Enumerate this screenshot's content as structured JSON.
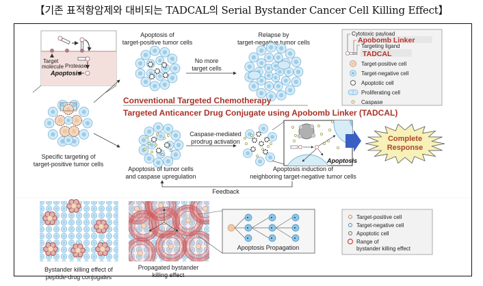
{
  "title": "【기존 표적항암제와 대비되는 TADCAL의 Serial Bystander Cancer Cell Killing Effect】",
  "mechanism_inset": {
    "target_molecule": [
      "Target",
      "molecule"
    ],
    "protease": "Protease",
    "apoptosis": "Apoptosis"
  },
  "initial_label": [
    "Specific targeting of",
    "target-positive tumor cells"
  ],
  "conventional": {
    "stage1": [
      "Apoptosis of",
      "target-positive tumor cells"
    ],
    "arrow_label": [
      "No more",
      "target cells"
    ],
    "stage2": [
      "Relapse by",
      "target-negative tumor cells"
    ],
    "heading": "Conventional Targeted Chemotherapy"
  },
  "tadcal": {
    "heading": "Targeted Anticancer Drug Conjugate using Apobomb Linker (TADCAL)",
    "stage1": [
      "Apoptosis of tumor cells",
      "and caspase upregulation"
    ],
    "arrow_label": [
      "Caspase-mediated",
      "prodrug activation"
    ],
    "stage2": [
      "Apoptosis induction of",
      "neighboring target-negative tumor cells"
    ],
    "inset_label": "Apoptosis",
    "feedback": "Feedback",
    "result": [
      "Complete",
      "Response"
    ]
  },
  "legend_top": {
    "cytotoxic_payload": "Cytotoxic payload",
    "apobomb_linker": "Apobomb Linker",
    "targeting_ligand": "Targeting ligand",
    "tadcal": "TADCAL",
    "items": [
      {
        "label": "Target-positive cell",
        "icon": "target-positive-cell-icon"
      },
      {
        "label": "Target-negative cell",
        "icon": "target-negative-cell-icon"
      },
      {
        "label": "Apoptotic cell",
        "icon": "apoptotic-cell-icon"
      },
      {
        "label": "Proliferating cell",
        "icon": "proliferating-cell-icon"
      },
      {
        "label": "Caspase",
        "icon": "caspase-icon"
      }
    ]
  },
  "bottom": {
    "panel1": [
      "Bystander killing effect of",
      "peptide-drug conjugates"
    ],
    "panel2": [
      "Propagated bystander",
      "killing effect"
    ],
    "propagation": "Apoptosis Propagation"
  },
  "legend_bottom": {
    "items": [
      "Target-positive cell",
      "Target-negative cell",
      "Apoptotic cell"
    ],
    "range": [
      "Range of",
      "bystander killing effect"
    ]
  },
  "colors": {
    "accent_red": "#a83228",
    "negative_cell": "#bfe1f2",
    "negative_nucleus": "#7fbfe0",
    "positive_cell": "#f4d8c0",
    "apoptotic": "#555555",
    "arrow_blue": "#3a5fc4",
    "burst_fill": "#f7f0b8"
  }
}
